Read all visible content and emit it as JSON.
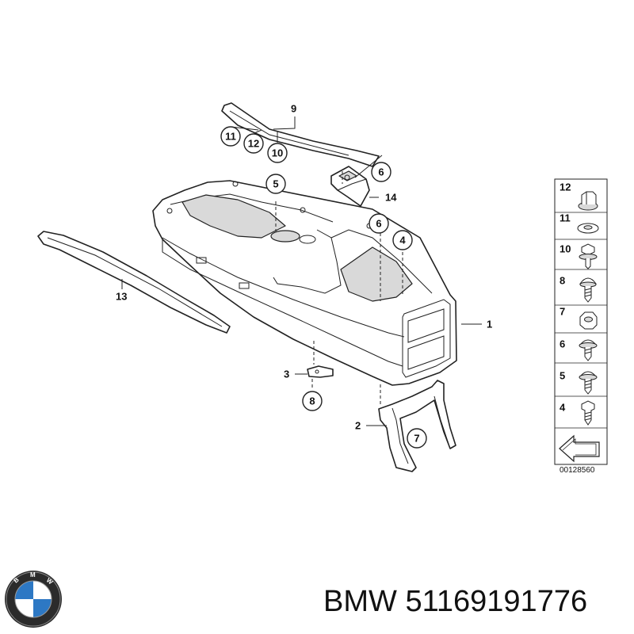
{
  "diagram": {
    "id": "00128560",
    "callouts": [
      "9",
      "11",
      "12",
      "10",
      "6",
      "14",
      "5",
      "6",
      "4",
      "13",
      "1",
      "3",
      "8",
      "2",
      "7"
    ],
    "legend": [
      "12",
      "11",
      "10",
      "8",
      "7",
      "6",
      "5",
      "4"
    ]
  },
  "footer": {
    "brand": "BMW",
    "part_number": "51169191776",
    "logo": "bmw-roundel",
    "logo_letters": "BMW"
  }
}
